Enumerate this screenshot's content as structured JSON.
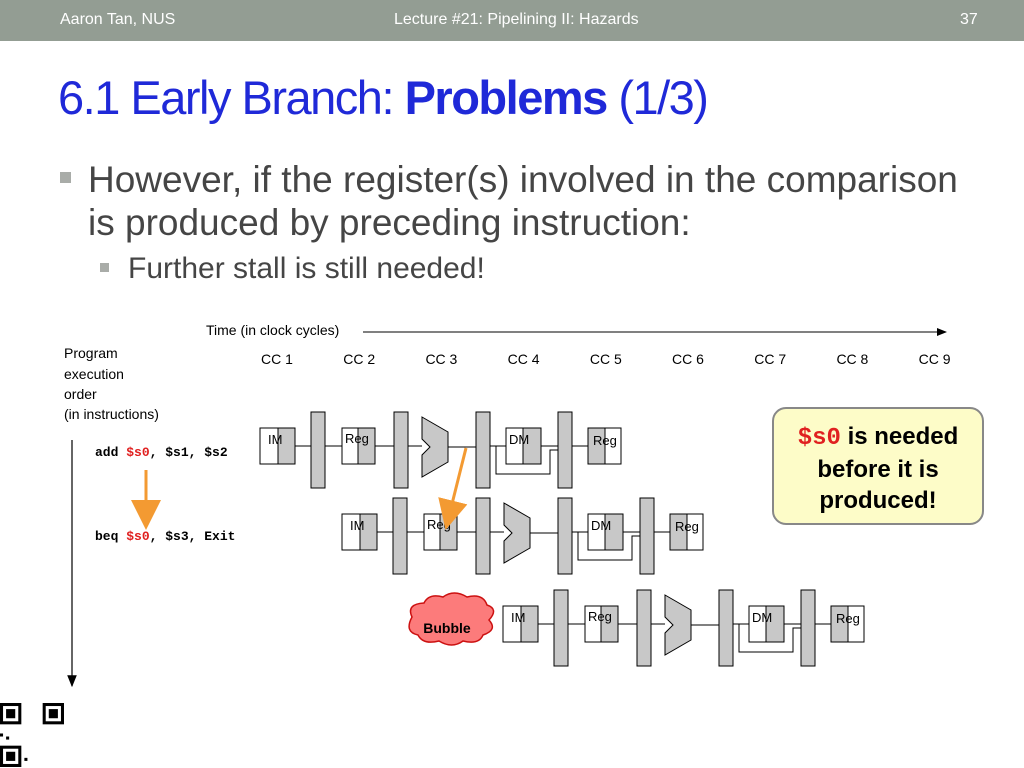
{
  "header": {
    "author": "Aaron Tan, NUS",
    "lecture": "Lecture #21: Pipelining II: Hazards",
    "page": "37"
  },
  "slide": {
    "title_prefix": "6.1 Early Branch: ",
    "title_bold": "Problems",
    "title_suffix": " (1/3)",
    "bullet1": "However, if the register(s) involved in the comparison is produced by preceding instruction:",
    "bullet2": "Further stall is still needed!"
  },
  "diagram": {
    "time_label": "Time (in clock cycles)",
    "order_label": [
      "Program",
      "execution",
      "order",
      "(in instructions)"
    ],
    "clock_cycles": [
      "CC 1",
      "CC 2",
      "CC 3",
      "CC 4",
      "CC 5",
      "CC 6",
      "CC 7",
      "CC 8",
      "CC 9"
    ],
    "instr1": {
      "op": "add",
      "dest": "$s0",
      "rest": ", $s1, $s2"
    },
    "instr2": {
      "op": "beq",
      "src": "$s0",
      "rest": ", $s3, Exit"
    },
    "stage_labels": {
      "im": "IM",
      "reg": "Reg",
      "dm": "DM"
    },
    "bubble": "Bubble",
    "note": {
      "reg": "$s0",
      "text1": " is needed",
      "text2": "before it is",
      "text3": "produced!"
    },
    "colors": {
      "title_blue": "#1f29d8",
      "highlight_red": "#e02020",
      "arrow_orange": "#f39a32",
      "bubble_fill": "#fc7b7b",
      "note_fill": "#fdfcc8"
    }
  }
}
